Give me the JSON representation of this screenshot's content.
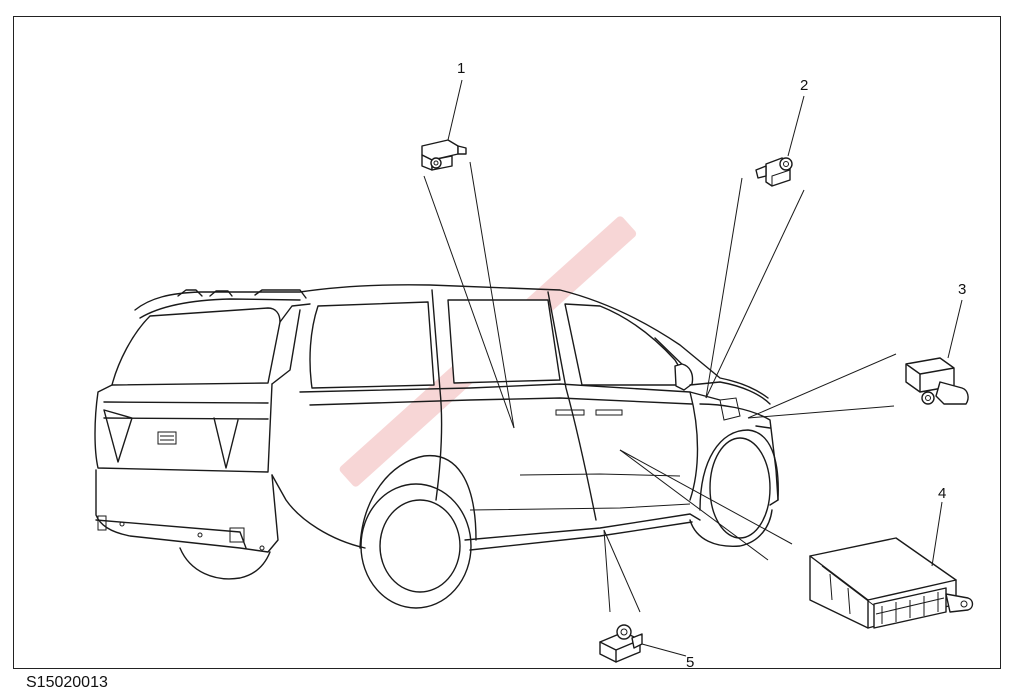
{
  "figure_code": "S15020013",
  "callouts": {
    "c1": "1",
    "c2": "2",
    "c3": "3",
    "c4": "4",
    "c5": "5"
  },
  "colors": {
    "line": "#1a1a1a",
    "watermark": "#e88a8a"
  }
}
